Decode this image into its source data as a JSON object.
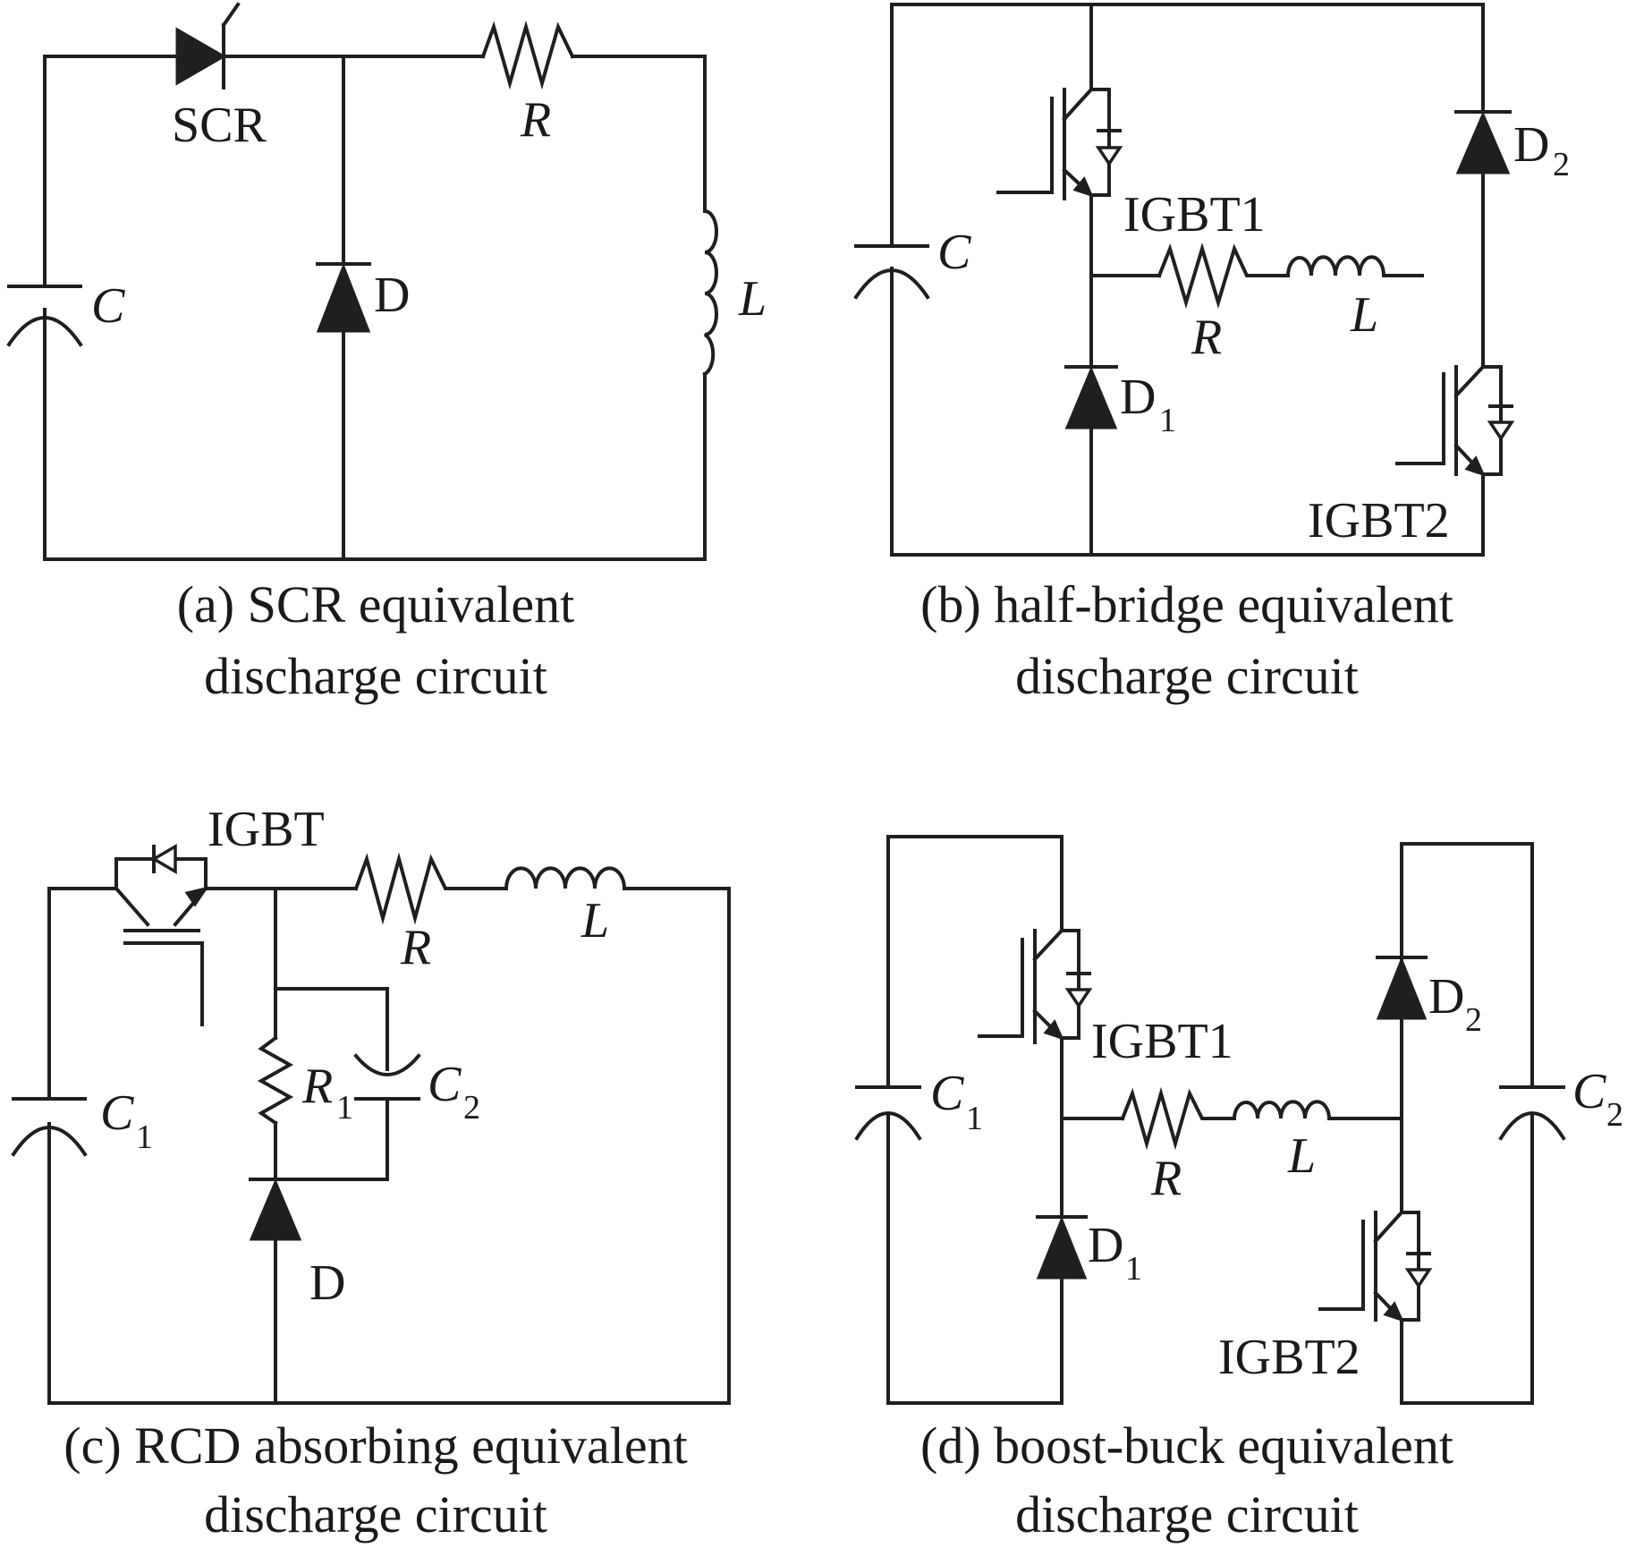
{
  "panels": {
    "a": {
      "caption_line1": "(a) SCR equivalent",
      "caption_line2": "discharge circuit",
      "labels": {
        "scr": "SCR",
        "r": "R",
        "d": "D",
        "c": "C",
        "l": "L"
      }
    },
    "b": {
      "caption_line1": "(b) half-bridge equivalent",
      "caption_line2": "discharge circuit",
      "labels": {
        "igbt1": "IGBT1",
        "igbt2": "IGBT2",
        "c": "C",
        "r": "R",
        "l": "L",
        "d1": "D",
        "d1_sub": "1",
        "d2": "D",
        "d2_sub": "2"
      }
    },
    "c": {
      "caption_line1": "(c) RCD absorbing equivalent",
      "caption_line2": "discharge circuit",
      "labels": {
        "igbt": "IGBT",
        "r": "R",
        "l": "L",
        "r1": "R",
        "r1_sub": "1",
        "c2": "C",
        "c2_sub": "2",
        "c1": "C",
        "c1_sub": "1",
        "d": "D"
      }
    },
    "d": {
      "caption_line1": "(d) boost-buck equivalent",
      "caption_line2": "discharge circuit",
      "labels": {
        "igbt1": "IGBT1",
        "igbt2": "IGBT2",
        "c1": "C",
        "c1_sub": "1",
        "c2": "C",
        "c2_sub": "2",
        "r": "R",
        "l": "L",
        "d1": "D",
        "d1_sub": "1",
        "d2": "D",
        "d2_sub": "2"
      }
    }
  }
}
